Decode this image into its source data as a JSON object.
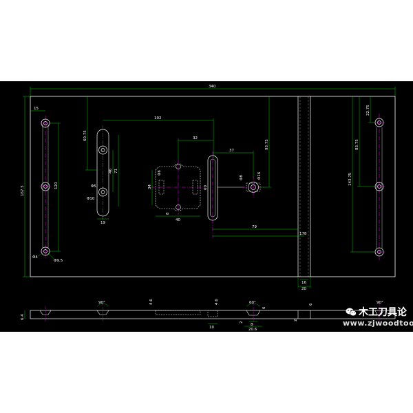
{
  "drawing": {
    "dimensions": {
      "overall_width": "340",
      "overall_height": "167.5",
      "left_edge_offset": "15",
      "left_hole_spacing": "120",
      "left_hole_dia": "Φ4",
      "left_csk_dia": "Φ9.5",
      "slot_height": "60.75",
      "slot_dia_small": "Φ5",
      "slot_dia_large": "Φ10",
      "slot_width": "19",
      "slot_dim_a": "46",
      "slot_dim_b": "71",
      "block_offset": "102",
      "block_top_width": "32",
      "block_hole_dia": "Φ6",
      "block_height": "34",
      "block_width": "40",
      "block_notch": "8",
      "rail_width": "10",
      "rail_height": "60",
      "cam_offset": "37",
      "cam_height": "93.75",
      "cam_dia_small": "Φ8",
      "cam_dia_large": "Φ16",
      "center_dim_79": "79",
      "center_dim_178": "178",
      "groove_width_a": "16",
      "groove_width_b": "20",
      "right_dim_a": "22.75",
      "right_dim_b": "83.75",
      "right_dim_c": "143.75",
      "section_angle_1": "90°",
      "section_depth_1": "4.6",
      "section_angle_2": "60°",
      "section_dim_2": "6",
      "section_dim_3": "2",
      "section_dim_4": "20.6",
      "section_dim_5": "8",
      "section_thickness": "6.4",
      "section_width_16": "16"
    }
  },
  "watermark": {
    "line1": "木工刀具论",
    "line2": "www.zjwoodtool"
  }
}
